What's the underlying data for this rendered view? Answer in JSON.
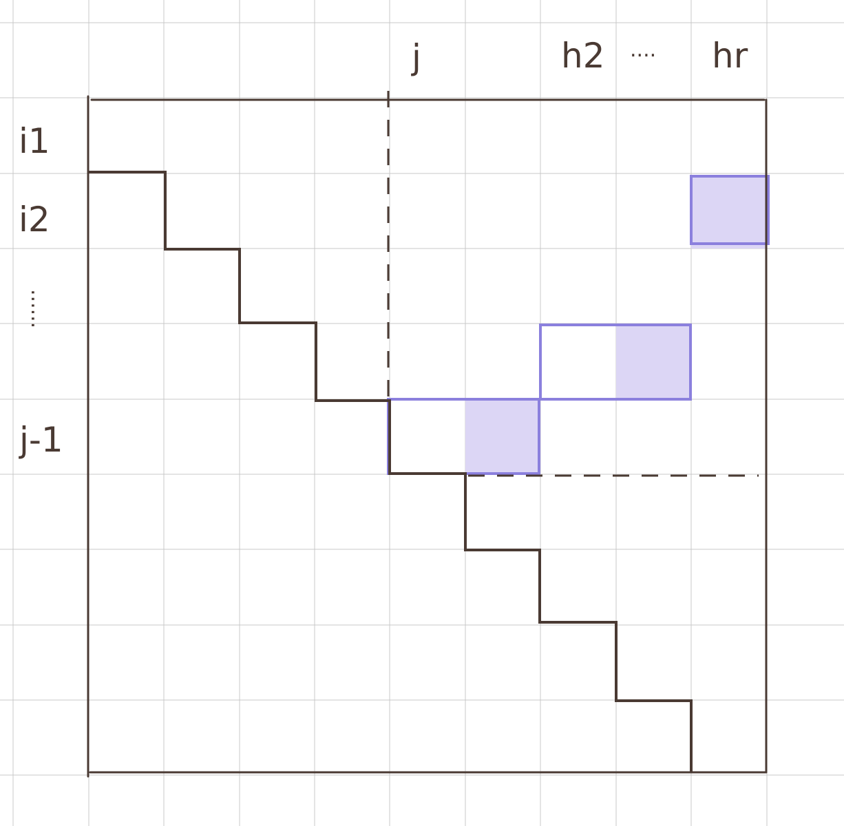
{
  "labels": {
    "col_j": "j",
    "col_h2": "h2",
    "col_ellipsis": "....",
    "col_hr": "hr",
    "row_i1": "i1",
    "row_i2": "i2",
    "row_ellipsis": "......",
    "row_j_minus_1": "j-1"
  },
  "colors": {
    "ink": "#4a3a33",
    "grid": "#c9c9c9",
    "highlight_fill": "#dcd6f5",
    "highlight_stroke": "#8b80dd"
  }
}
